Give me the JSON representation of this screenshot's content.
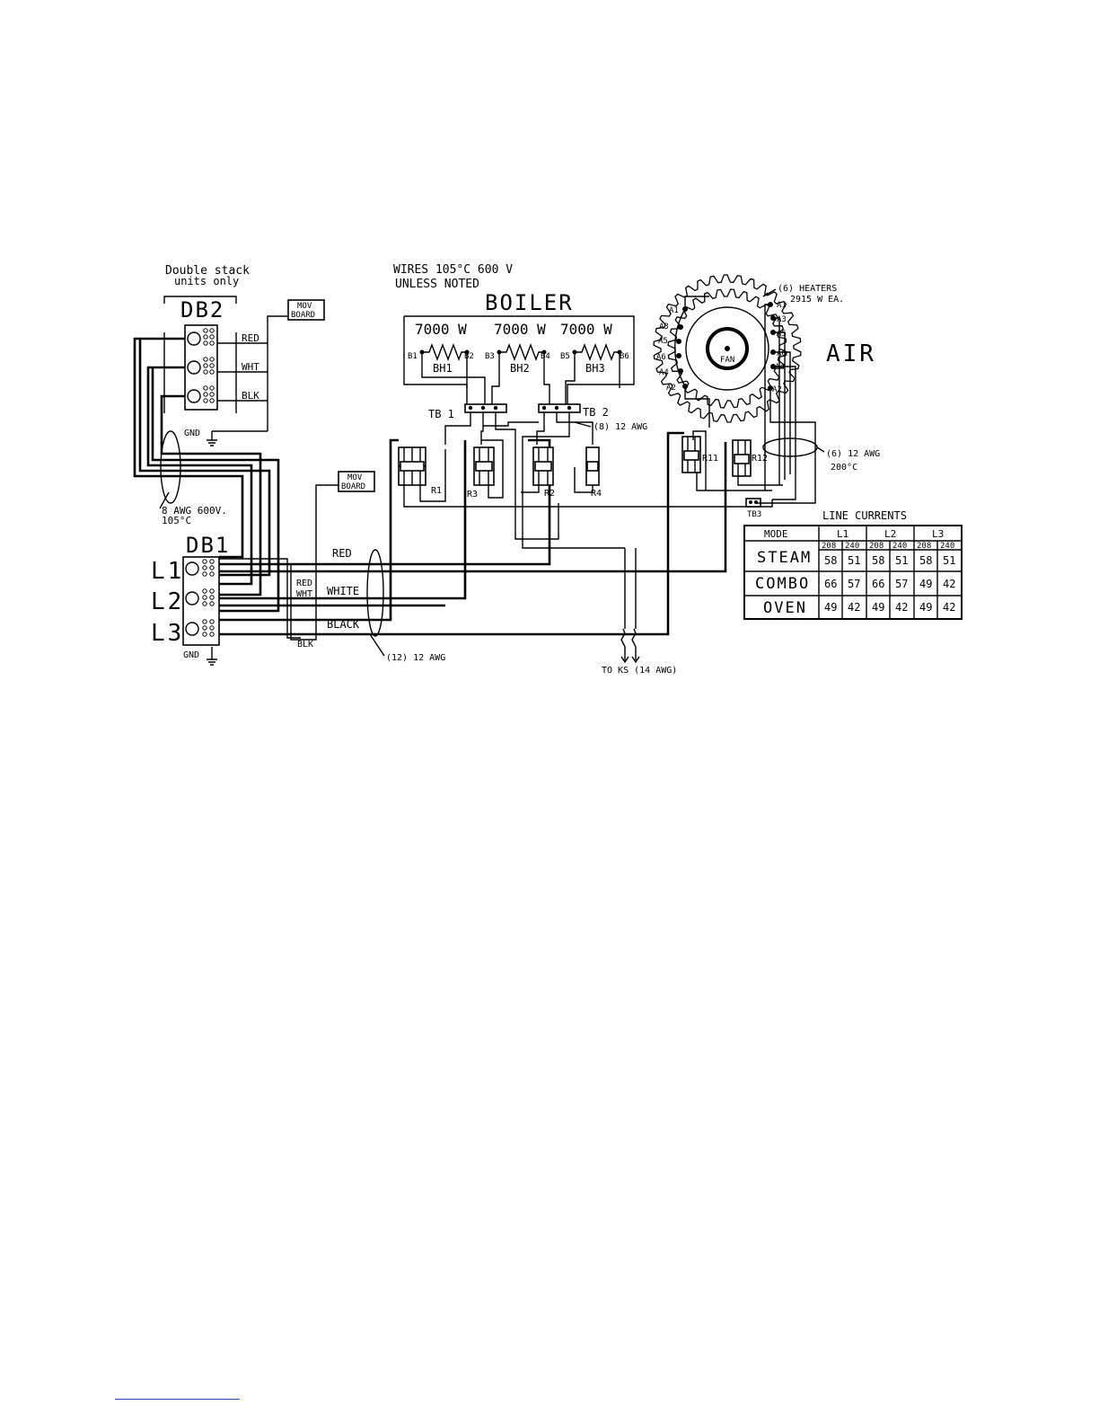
{
  "db2": {
    "note_line1": "Double stack",
    "note_line2": "units only",
    "label": "DB2",
    "wires": [
      "RED",
      "WHT",
      "BLK"
    ],
    "gnd": "GND"
  },
  "mov_board_top": [
    "MOV",
    "BOARD"
  ],
  "mov_board_bottom": [
    "MOV",
    "BOARD"
  ],
  "cable_note_left": [
    "8 AWG 600V.",
    "105°C"
  ],
  "db1": {
    "label": "DB1",
    "lines": [
      "L1",
      "L2",
      "L3"
    ],
    "gnd": "GND",
    "mov_taps": [
      "RED",
      "WHT",
      "BLK"
    ],
    "wire_labels": [
      "RED",
      "WHITE",
      "BLACK"
    ],
    "cable_note": "(12) 12 AWG"
  },
  "wires_note": [
    "WIRES 105°C 600 V",
    "UNLESS NOTED"
  ],
  "boiler": {
    "title": "BOILER",
    "elements": [
      {
        "watts": "7000 W",
        "name": "BH1",
        "term_left": "B1",
        "term_right": "B2"
      },
      {
        "watts": "7000 W",
        "name": "BH2",
        "term_left": "B3",
        "term_right": "B4"
      },
      {
        "watts": "7000 W",
        "name": "BH3",
        "term_left": "B5",
        "term_right": "B6"
      }
    ]
  },
  "terminal_blocks": {
    "tb1": "TB 1",
    "tb2": "TB 2",
    "tb3": "TB3"
  },
  "tb_wire_note": "(8) 12 AWG",
  "relays": [
    "R1",
    "R3",
    "R2",
    "R4",
    "R11",
    "R12"
  ],
  "ks_note": "TO KS (14 AWG)",
  "air": {
    "title": "AIR",
    "fan": "FAN",
    "heaters_note": [
      "(6) HEATERS",
      "2915 W EA."
    ],
    "left_terminals": [
      "A1",
      "A3",
      "A5",
      "A6",
      "A4",
      "A2"
    ],
    "right_terminals": [
      "A1",
      "A3",
      "A5",
      "A6",
      "A4",
      "A2"
    ],
    "wire_note": [
      "(6) 12 AWG",
      "200°C"
    ]
  },
  "line_currents": {
    "title": "LINE CURRENTS",
    "header": [
      "MODE",
      "L1",
      "L2",
      "L3"
    ],
    "voltages": [
      "208",
      "240",
      "208",
      "240",
      "208",
      "240"
    ],
    "rows": [
      {
        "mode": "STEAM",
        "values": [
          "58",
          "51",
          "58",
          "51",
          "58",
          "51"
        ]
      },
      {
        "mode": "COMBO",
        "values": [
          "66",
          "57",
          "66",
          "57",
          "49",
          "42"
        ]
      },
      {
        "mode": "OVEN",
        "values": [
          "49",
          "42",
          "49",
          "42",
          "49",
          "42"
        ]
      }
    ]
  }
}
